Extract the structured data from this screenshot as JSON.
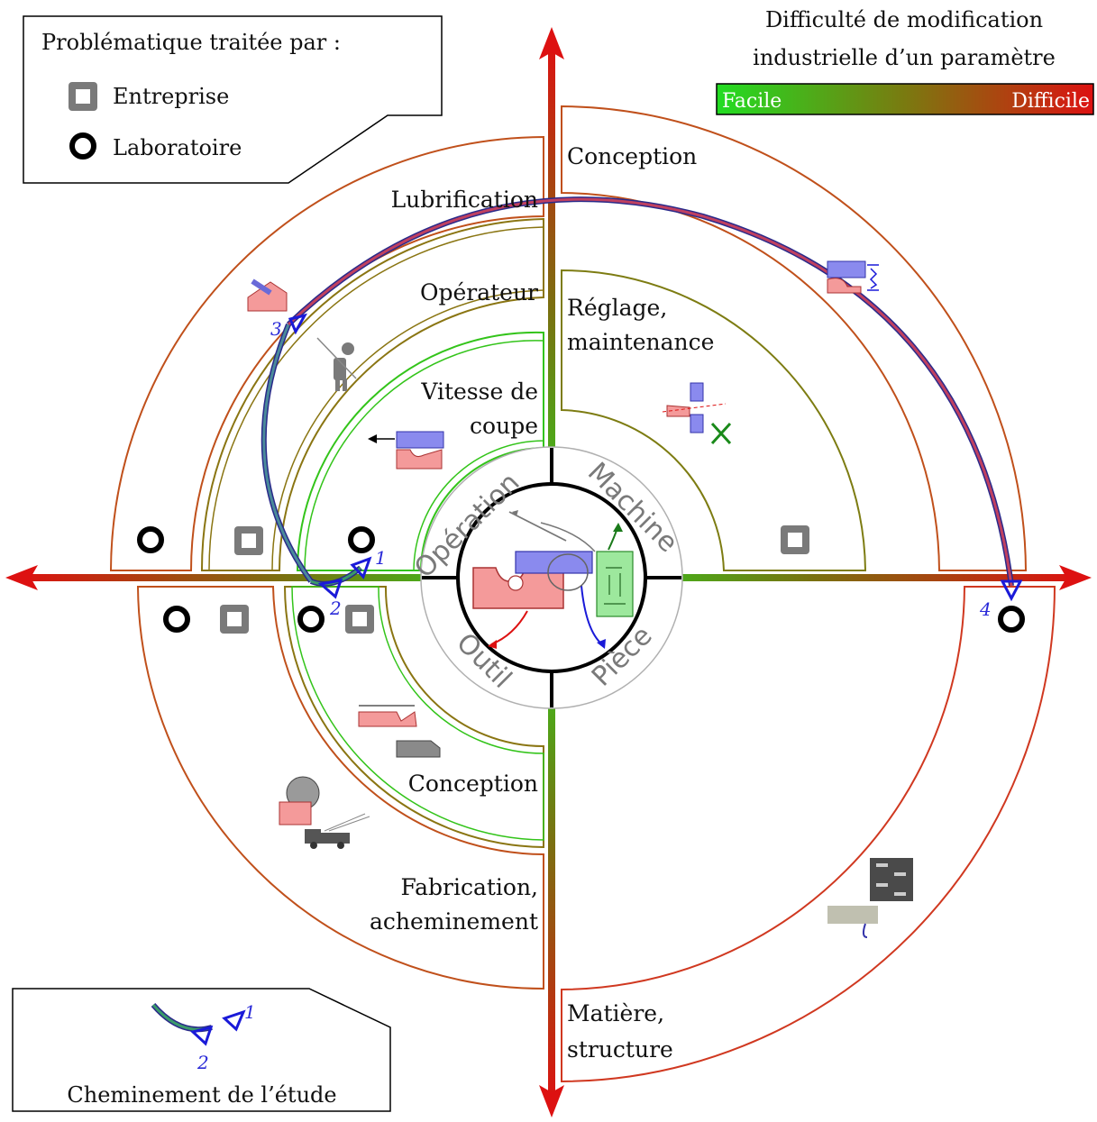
{
  "legend_top_left": {
    "title": "Problématique traitée par :",
    "items": [
      {
        "label": "Entreprise",
        "marker": "square"
      },
      {
        "label": "Laboratoire",
        "marker": "circle"
      }
    ]
  },
  "difficulty_scale": {
    "title_line1": "Difficulté de modification",
    "title_line2": "industrielle d’un paramètre",
    "low_label": "Facile",
    "high_label": "Difficile",
    "low_color": "#22dd22",
    "high_color": "#dd1111"
  },
  "center_ring": {
    "top_left": "Opération",
    "top_right": "Machine",
    "bottom_left": "Outil",
    "bottom_right": "Pièce"
  },
  "bands": {
    "lubrification": "Lubrification",
    "operateur": "Opérateur",
    "vitesse_line1": "Vitesse de",
    "vitesse_line2": "coupe",
    "conception_top": "Conception",
    "reglage_line1": "Réglage,",
    "reglage_line2": "maintenance",
    "conception_bottom": "Conception",
    "fabrication_line1": "Fabrication,",
    "fabrication_line2": "acheminement",
    "matiere_line1": "Matière,",
    "matiere_line2": "structure"
  },
  "path_steps": [
    "1",
    "2",
    "3",
    "4"
  ],
  "legend_bottom": {
    "title": "Cheminement de l’étude",
    "step_a": "1",
    "step_b": "2"
  },
  "icons": [
    "tool-workpiece-icon",
    "operator-icon",
    "wrench-screwdriver-icon",
    "spring-damper-icon",
    "truck-icon",
    "saw-blade-icon",
    "material-structure-icon"
  ]
}
